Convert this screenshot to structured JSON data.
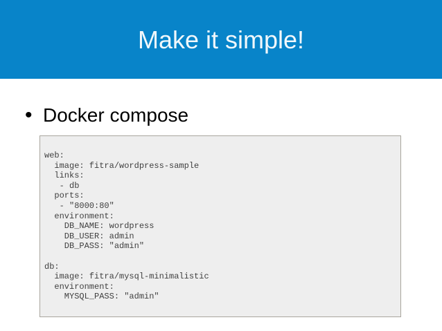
{
  "slide": {
    "title": "Make it simple!",
    "bullet": {
      "marker": "•",
      "label": "Docker compose"
    },
    "code_lines": [
      "web:",
      "  image: fitra/wordpress-sample",
      "  links:",
      "   - db",
      "  ports:",
      "   - \"8000:80\"",
      "  environment:",
      "    DB_NAME: wordpress",
      "    DB_USER: admin",
      "    DB_PASS: \"admin\"",
      "",
      "db:",
      "  image: fitra/mysql-minimalistic",
      "  environment:",
      "    MYSQL_PASS: \"admin\""
    ]
  },
  "colors": {
    "header_background": "#0884c9",
    "header_text": "#f0f7fb",
    "body_background": "#ffffff",
    "body_text": "#000000",
    "code_background": "#eeeeee",
    "code_border": "#a8a59d",
    "code_text": "#3f3f3f"
  }
}
